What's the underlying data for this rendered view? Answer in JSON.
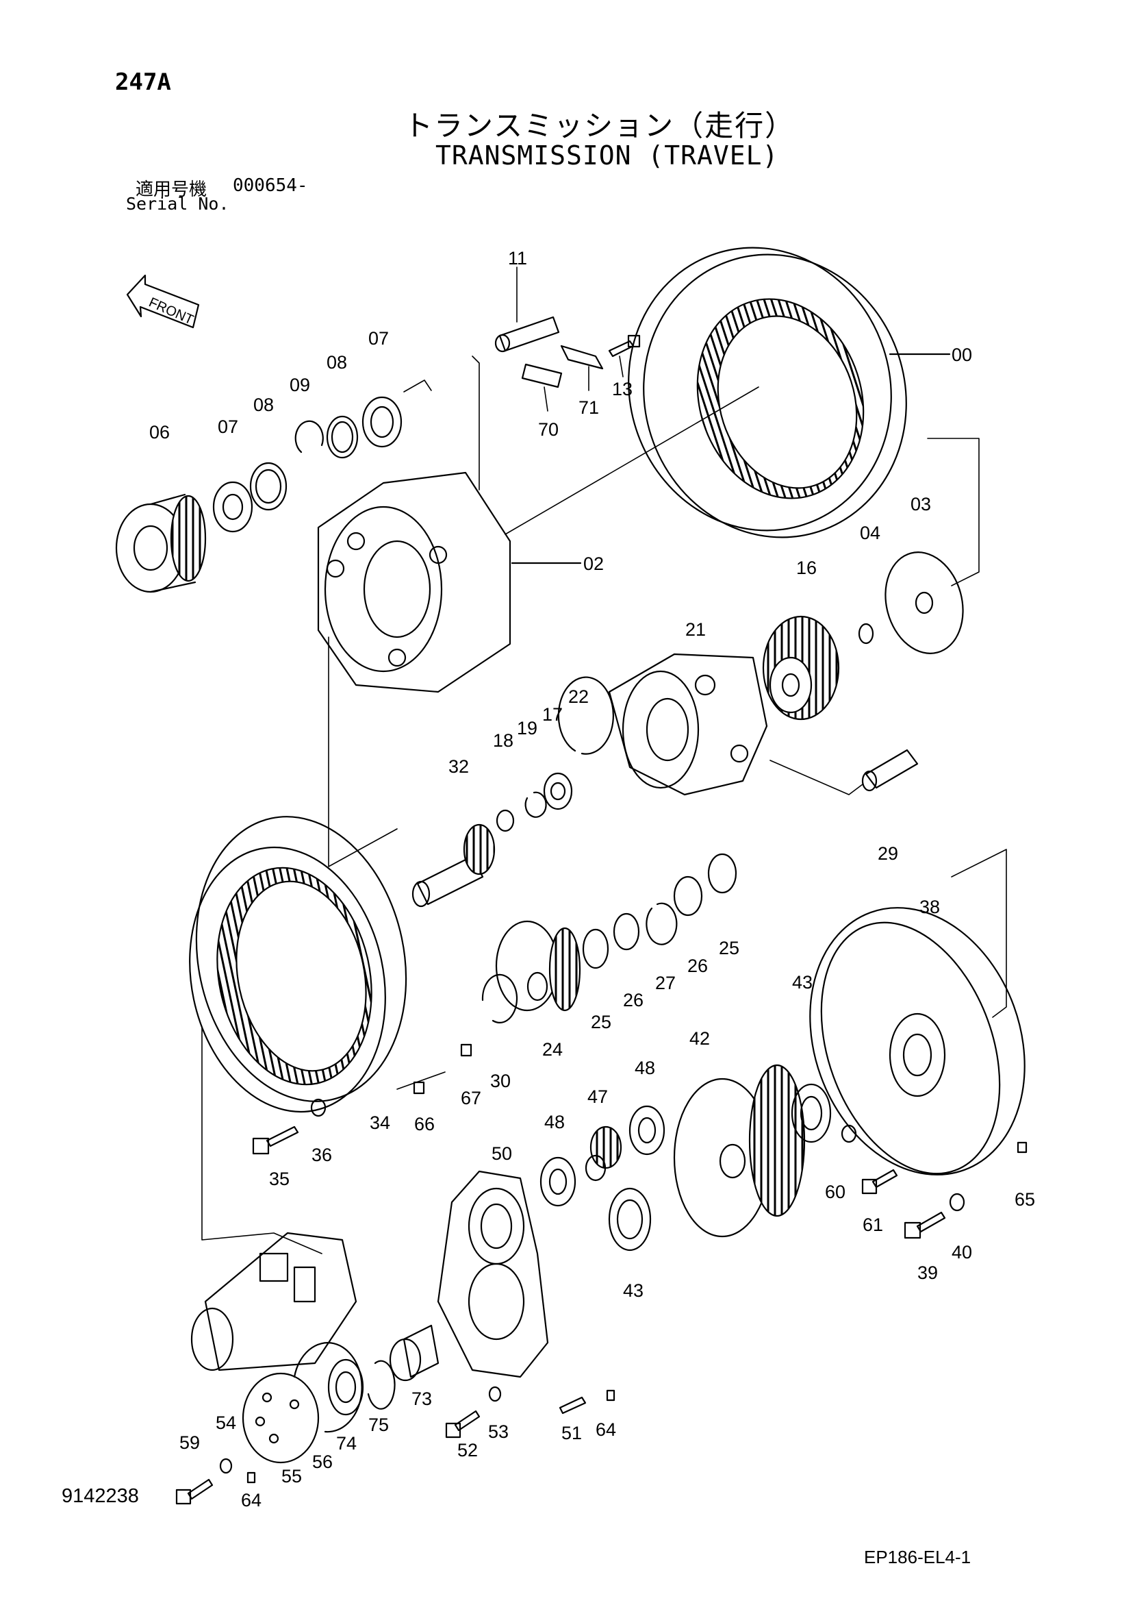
{
  "header": {
    "page_code": "247A",
    "title_jp": "トランスミッション（走行）",
    "title_en": "TRANSMISSION (TRAVEL)",
    "serial_label_jp": "適用号機",
    "serial_value": "000654-",
    "serial_label_en": "Serial No."
  },
  "front_label": "FRONT",
  "callouts": [
    {
      "id": "c00",
      "label": "00"
    },
    {
      "id": "c11",
      "label": "11"
    },
    {
      "id": "c07a",
      "label": "07"
    },
    {
      "id": "c08a",
      "label": "08"
    },
    {
      "id": "c09",
      "label": "09"
    },
    {
      "id": "c08b",
      "label": "08"
    },
    {
      "id": "c07b",
      "label": "07"
    },
    {
      "id": "c06",
      "label": "06"
    },
    {
      "id": "c13",
      "label": "13"
    },
    {
      "id": "c71",
      "label": "71"
    },
    {
      "id": "c70",
      "label": "70"
    },
    {
      "id": "c03",
      "label": "03"
    },
    {
      "id": "c04",
      "label": "04"
    },
    {
      "id": "c02",
      "label": "02"
    },
    {
      "id": "c16",
      "label": "16"
    },
    {
      "id": "c21",
      "label": "21"
    },
    {
      "id": "c22",
      "label": "22"
    },
    {
      "id": "c17",
      "label": "17"
    },
    {
      "id": "c19",
      "label": "19"
    },
    {
      "id": "c18",
      "label": "18"
    },
    {
      "id": "c32",
      "label": "32"
    },
    {
      "id": "c29",
      "label": "29"
    },
    {
      "id": "c38",
      "label": "38"
    },
    {
      "id": "c25a",
      "label": "25"
    },
    {
      "id": "c26a",
      "label": "26"
    },
    {
      "id": "c27",
      "label": "27"
    },
    {
      "id": "c26b",
      "label": "26"
    },
    {
      "id": "c25b",
      "label": "25"
    },
    {
      "id": "c24",
      "label": "24"
    },
    {
      "id": "c30",
      "label": "30"
    },
    {
      "id": "c67",
      "label": "67"
    },
    {
      "id": "c66",
      "label": "66"
    },
    {
      "id": "c34",
      "label": "34"
    },
    {
      "id": "c36",
      "label": "36"
    },
    {
      "id": "c35",
      "label": "35"
    },
    {
      "id": "c43a",
      "label": "43"
    },
    {
      "id": "c42",
      "label": "42"
    },
    {
      "id": "c48a",
      "label": "48"
    },
    {
      "id": "c47",
      "label": "47"
    },
    {
      "id": "c48b",
      "label": "48"
    },
    {
      "id": "c50",
      "label": "50"
    },
    {
      "id": "c43b",
      "label": "43"
    },
    {
      "id": "c60",
      "label": "60"
    },
    {
      "id": "c61",
      "label": "61"
    },
    {
      "id": "c65",
      "label": "65"
    },
    {
      "id": "c40",
      "label": "40"
    },
    {
      "id": "c39",
      "label": "39"
    },
    {
      "id": "c73",
      "label": "73"
    },
    {
      "id": "c75",
      "label": "75"
    },
    {
      "id": "c74",
      "label": "74"
    },
    {
      "id": "c56",
      "label": "56"
    },
    {
      "id": "c55",
      "label": "55"
    },
    {
      "id": "c54",
      "label": "54"
    },
    {
      "id": "c59",
      "label": "59"
    },
    {
      "id": "c64a",
      "label": "64"
    },
    {
      "id": "c52",
      "label": "52"
    },
    {
      "id": "c53",
      "label": "53"
    },
    {
      "id": "c51",
      "label": "51"
    },
    {
      "id": "c64b",
      "label": "64"
    }
  ],
  "footer": {
    "doc_number": "9142238",
    "drawing_code": "EP186-EL4-1"
  }
}
